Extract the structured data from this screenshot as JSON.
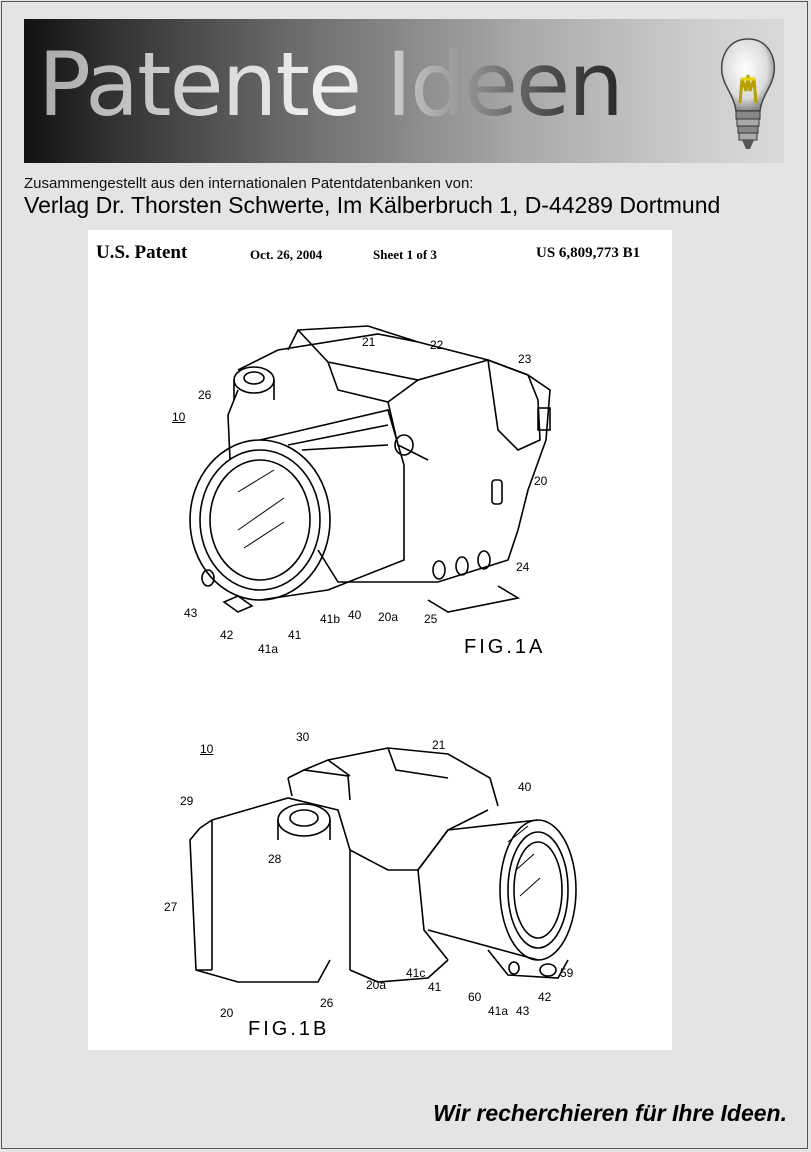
{
  "banner": {
    "title": "Patente Ideen",
    "logo_icon": "lightbulb-icon"
  },
  "subtitle": "Zusammengestellt aus den internationalen Patentdatenbanken von:",
  "publisher": "Verlag Dr. Thorsten Schwerte, Im Kälberbruch 1, D-44289 Dortmund",
  "patent": {
    "header": {
      "left": "U.S. Patent",
      "date": "Oct. 26, 2004",
      "sheet": "Sheet 1 of 3",
      "number": "US 6,809,773 B1"
    },
    "fig1a": {
      "caption": "FIG.1A",
      "refs": [
        "21",
        "22",
        "23",
        "26",
        "10",
        "20",
        "24",
        "43",
        "42",
        "41a",
        "41",
        "41b",
        "40",
        "20a",
        "25"
      ]
    },
    "fig1b": {
      "caption": "FIG.1B",
      "refs": [
        "30",
        "21",
        "10",
        "40",
        "29",
        "28",
        "27",
        "20",
        "26",
        "20a",
        "41c",
        "41",
        "60",
        "41a",
        "43",
        "59",
        "42"
      ]
    }
  },
  "footer": {
    "slogan": "Wir recherchieren für Ihre Ideen."
  }
}
